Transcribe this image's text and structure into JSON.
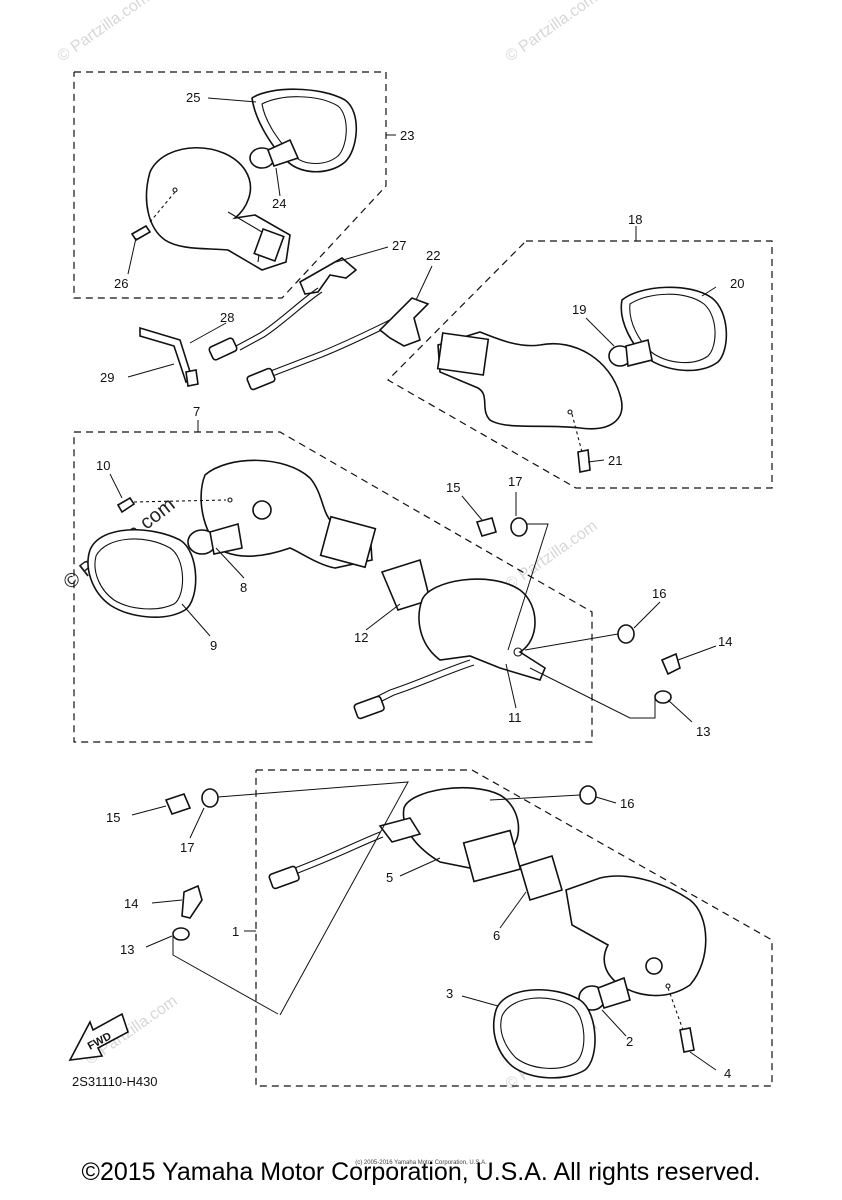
{
  "diagram_code": "2S31110-H430",
  "fwd_label": "FWD",
  "watermark": "© Partzilla.com",
  "copyright": "©2015 Yamaha Motor Corporation, U.S.A. All rights reserved.",
  "copyright_small": "(c) 2005-2016 Yamaha Motor Corporation, U.S.A.",
  "callouts": {
    "c1": "1",
    "c2": "2",
    "c3": "3",
    "c4": "4",
    "c5": "5",
    "c6": "6",
    "c7": "7",
    "c8": "8",
    "c9": "9",
    "c10": "10",
    "c11": "11",
    "c12": "12",
    "c13a": "13",
    "c13b": "13",
    "c14a": "14",
    "c14b": "14",
    "c15a": "15",
    "c15b": "15",
    "c16a": "16",
    "c16b": "16",
    "c17a": "17",
    "c17b": "17",
    "c18": "18",
    "c19": "19",
    "c20": "20",
    "c21": "21",
    "c22": "22",
    "c23": "23",
    "c24": "24",
    "c25": "25",
    "c26": "26",
    "c27": "27",
    "c28": "28",
    "c29": "29"
  }
}
